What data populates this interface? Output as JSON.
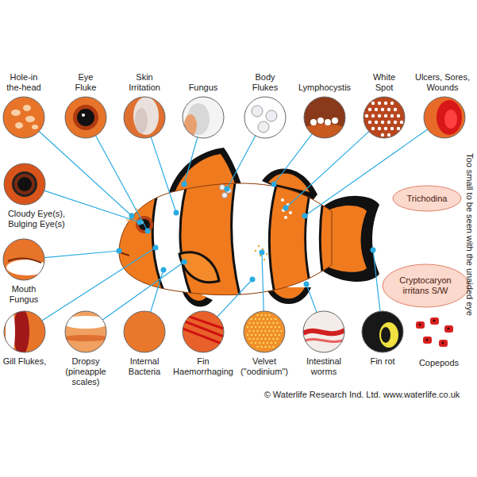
{
  "diagram": {
    "nodes": [
      {
        "text": [
          "Hole-in the-head"
        ]
      },
      {
        "text": [
          "Eye Fluke"
        ]
      },
      {
        "text": [
          "Skin Irritation"
        ]
      },
      {
        "text": [
          "Fungus"
        ]
      },
      {
        "text": [
          "Body Flukes"
        ]
      },
      {
        "text": [
          "Lymphocystis"
        ]
      },
      {
        "text": [
          "White Spot"
        ]
      },
      {
        "text": [
          "Ulcers, Sores, Wounds"
        ]
      },
      {
        "text": [
          "Cloudy Eye(s), Bulging Eye(s)"
        ]
      },
      {
        "text": [
          "Trichodina"
        ]
      },
      {
        "text": [
          "Mouth Fungus"
        ]
      },
      {
        "text": [
          "Cryptocaryon irritans S/W"
        ]
      },
      {
        "text": [
          "Gill Flukes,"
        ]
      },
      {
        "text": [
          "Dropsy (pineapple scales)"
        ]
      },
      {
        "text": [
          "Internal Bacteria"
        ]
      },
      {
        "text": [
          "Fin Haemorrhaging"
        ]
      },
      {
        "text": [
          "Velvet (\"oodinium\")"
        ]
      },
      {
        "text": [
          "Intestinal worms"
        ]
      },
      {
        "text": [
          "Fin rot"
        ]
      }
    ],
    "labels": [
      "Too small to be seen with the unaided eye",
      "Copepods",
      "© Waterlife Research Ind. Ltd. www.waterlife.co.uk"
    ]
  }
}
